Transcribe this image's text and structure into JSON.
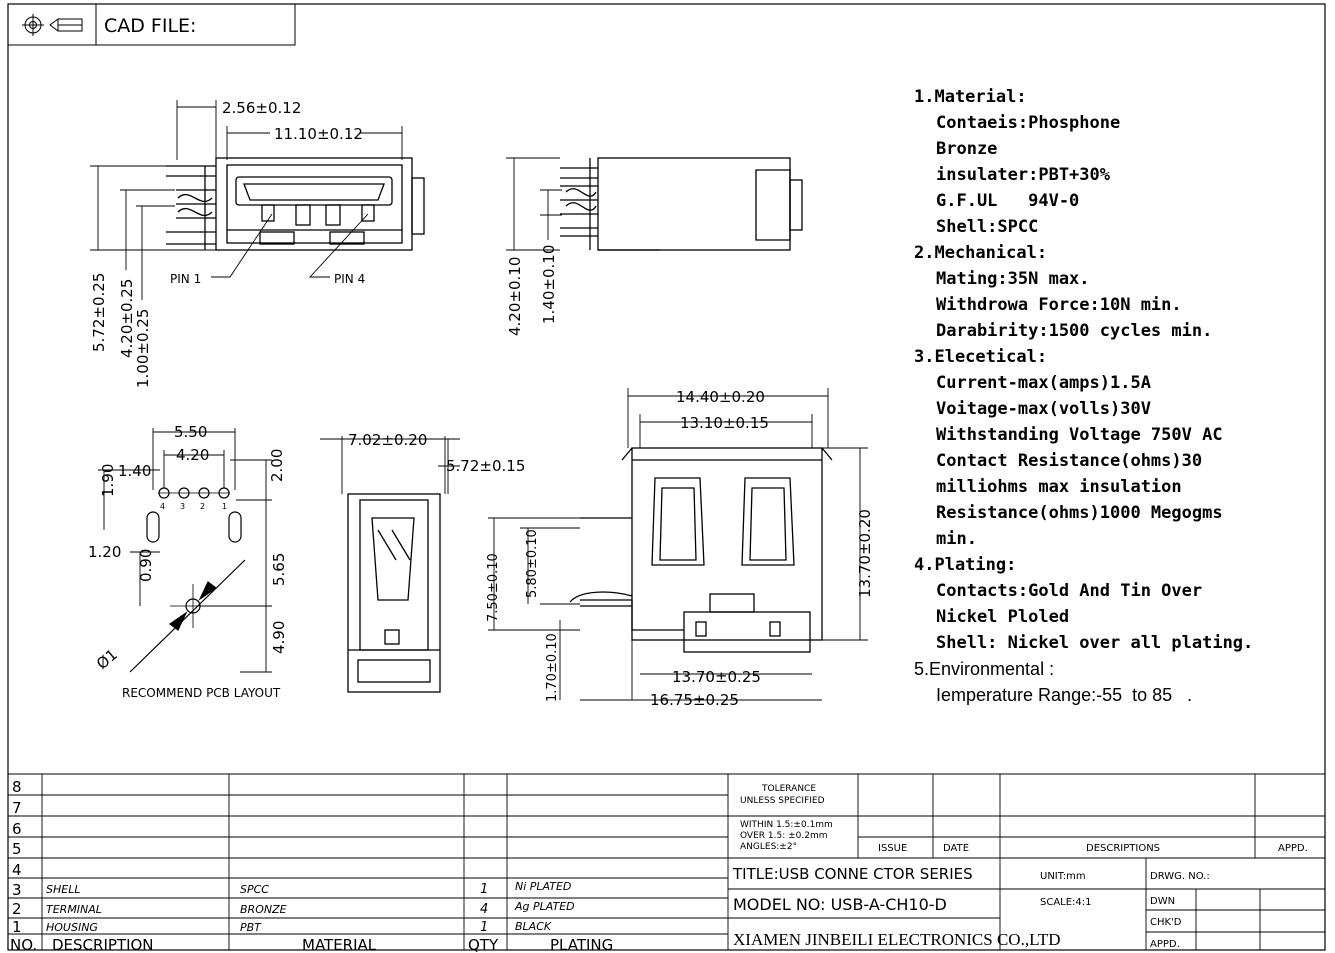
{
  "header": {
    "cad_label": "CAD FILE:"
  },
  "notes": {
    "material_title": "1.Material:",
    "material_lines": [
      "Contaeis:Phosphone",
      "Bronze",
      "insulater:PBT+30%",
      "G.F.UL   94V-0",
      "Shell:SPCC"
    ],
    "mechanical_title": "2.Mechanical:",
    "mechanical_lines": [
      "Mating:35N max.",
      "Withdrowa Force:10N min.",
      "Darabirity:1500 cycles min."
    ],
    "electrical_title": "3.Elecetical:",
    "electrical_lines": [
      "Current-max(amps)1.5A",
      "Voitage-max(volls)30V",
      "Withstanding Voltage 750V AC",
      "Contact Resistance(ohms)30",
      "milliohms max insulation",
      "Resistance(ohms)1000 Megogms",
      "min."
    ],
    "plating_title": "4.Plating:",
    "plating_lines": [
      "Contacts:Gold And Tin Over",
      "Nickel Ploled",
      "Shell: Nickel over all plating."
    ],
    "environmental_title": "5.Environmental :",
    "environmental_lines": [
      "Iemperature Range:-55  to 85   ."
    ]
  },
  "dims": {
    "front_top1": "2.56±0.12",
    "front_top2": "11.10±0.12",
    "front_left1": "5.72±0.25",
    "front_left2": "4.20±0.25",
    "front_left3": "1.00±0.25",
    "pin1": "PIN 1",
    "pin4": "PIN 4",
    "side_v1": "4.20±0.10",
    "side_v2": "1.40±0.10",
    "pcb_w1": "5.50",
    "pcb_w2": "4.20",
    "pcb_1_90": "1.90",
    "pcb_1_40": "1.40",
    "pcb_2_00": "2.00",
    "pcb_1_20": "1.20",
    "pcb_0_90": "0.90",
    "pcb_5_65": "5.65",
    "pcb_4_90": "4.90",
    "pcb_phi": "Ø1",
    "pcb_caption": "RECOMMEND PCB LAYOUT",
    "pin_labels": [
      "4",
      "3",
      "2",
      "1"
    ],
    "top_w": "7.02±0.20",
    "top_5_72": "5.72±0.15",
    "r_top1": "14.40±0.20",
    "r_top2": "13.10±0.15",
    "r_right": "13.70±0.20",
    "r_left1": "7.50±0.10",
    "r_left2": "5.80±0.10",
    "r_left3": "1.70±0.10",
    "r_bot1": "13.70±0.25",
    "r_bot2": "16.75±0.25"
  },
  "bom": {
    "row_numbers": [
      "8",
      "7",
      "6",
      "5",
      "4",
      "3",
      "2",
      "1"
    ],
    "rows": [
      {
        "no": "3",
        "description": "SHELL",
        "material": "SPCC",
        "qty": "1",
        "plating": "Ni PLATED"
      },
      {
        "no": "2",
        "description": "TERMINAL",
        "material": "BRONZE",
        "qty": "4",
        "plating": "Ag PLATED"
      },
      {
        "no": "1",
        "description": "HOUSING",
        "material": "PBT",
        "qty": "1",
        "plating": "BLACK"
      }
    ],
    "header": {
      "no": "NO.",
      "description": "DESCRIPTION",
      "material": "MATERIAL",
      "qty": "QTY",
      "plating": "PLATING"
    }
  },
  "title_block": {
    "tolerance_1": "TOLERANCE",
    "tolerance_2": "UNLESS SPECIFIED",
    "within": "WITHIN 1.5:±0.1mm",
    "over": "OVER 1.5:  ±0.2mm",
    "angles": "ANGLES:±2°",
    "issue": "ISSUE",
    "date": "DATE",
    "descriptions": "DESCRIPTIONS",
    "appd": "APPD.",
    "title": "TITLE:USB  CONNE  CTOR  SERIES",
    "unit": "UNIT:mm",
    "drwg": "DRWG. NO.:",
    "model": "MODEL  NO: USB-A-CH10-D",
    "scale": "SCALE:4:1",
    "dwn": "DWN",
    "chkd": "CHK'D",
    "company": "XIAMEN JINBEILI ELECTRONICS CO.,LTD",
    "appd2": "APPD."
  }
}
